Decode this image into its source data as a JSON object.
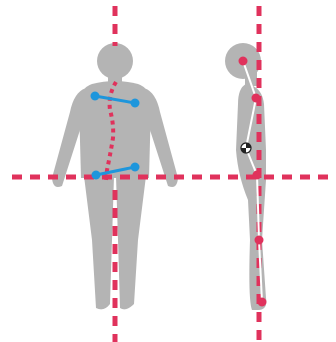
{
  "colors": {
    "background": "#ffffff",
    "silhouette": "#b4b4b4",
    "guide_line": "#e0325c",
    "marker_blue": "#1e96dc",
    "marker_pink": "#e0325c",
    "spine_line": "#ffffff"
  },
  "figures": {
    "front_view": {
      "icon": "person-front-icon",
      "spine_curve": "scoliosis-curve",
      "level_markers": [
        "shoulders-tilted",
        "hips-tilted"
      ]
    },
    "side_view": {
      "icon": "person-side-icon",
      "alignment_points": [
        "ear",
        "shoulder",
        "center-of-gravity",
        "hip",
        "knee",
        "ankle"
      ]
    }
  }
}
